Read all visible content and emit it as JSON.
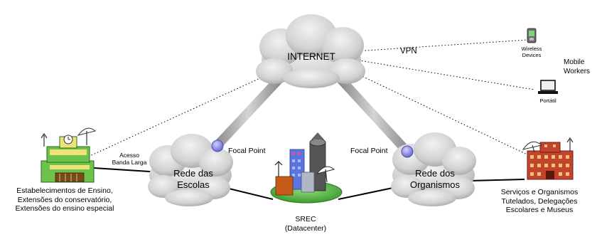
{
  "diagram": {
    "internet": {
      "label": "INTERNET"
    },
    "vpn": {
      "label": "VPN"
    },
    "wireless_devices": {
      "label_line1": "Wireless",
      "label_line2": "Devices"
    },
    "mobile_workers": {
      "label_line1": "Mobile",
      "label_line2": "Workers"
    },
    "portatil": {
      "label": "Portátil"
    },
    "acesso_banda_larga": {
      "label_line1": "Acesso",
      "label_line2": "Banda Larga"
    },
    "focal_point_left": {
      "label": "Focal Point"
    },
    "focal_point_right": {
      "label": "Focal Point"
    },
    "rede_escolas": {
      "label_line1": "Rede das",
      "label_line2": "Escolas"
    },
    "rede_organismos": {
      "label_line1": "Rede dos",
      "label_line2": "Organismos"
    },
    "estabelecimentos": {
      "line1": "Estabelecimentos de Ensino,",
      "line2": "Extensões do conservatório,",
      "line3": "Extensões do ensino especial"
    },
    "srec": {
      "line1": "SREC",
      "line2": "(Datacenter)"
    },
    "servicos": {
      "line1": "Serviços e Organismos",
      "line2": "Tutelados, Delegações",
      "line3": "Escolares e Museus"
    }
  },
  "colors": {
    "cloud_fill": "#d8d8d8",
    "cloud_shade": "#a8a8a8",
    "tube": "#b9b9b9",
    "focal_point": "#8c8ce0",
    "datacenter_base": "#5cbf4a",
    "school_building": "#6cc24a",
    "school_facade": "#efe27a",
    "org_building": "#c2442c"
  }
}
